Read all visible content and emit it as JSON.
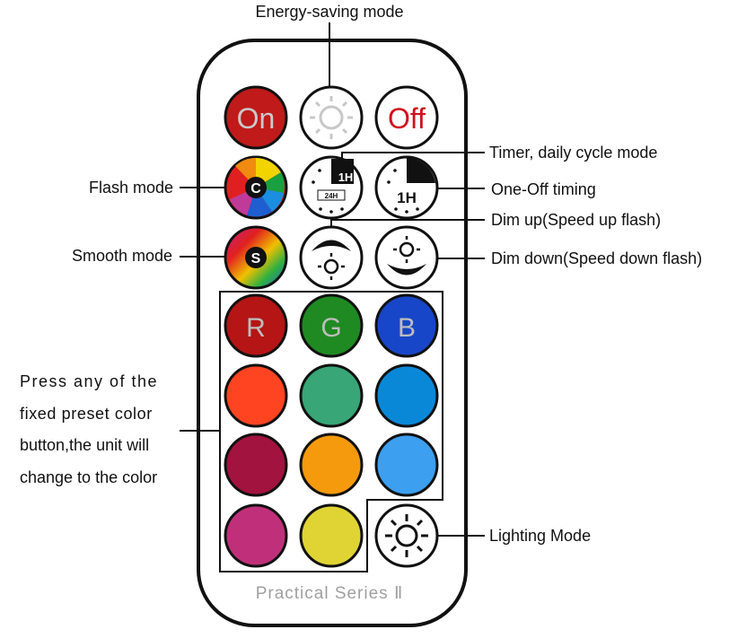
{
  "labels": {
    "energy_saving": "Energy-saving mode",
    "timer": "Timer, daily cycle mode",
    "flash": "Flash mode",
    "one_off": "One-Off timing",
    "dim_up": "Dim up(Speed up flash)",
    "smooth": "Smooth mode",
    "dim_down": "Dim down(Speed down flash)",
    "preset": [
      "Press any of the",
      "fixed preset color",
      "button,the unit will",
      "change to the color"
    ],
    "lighting": "Lighting Mode"
  },
  "buttons": {
    "on": "On",
    "off": "Off",
    "flash_letter": "C",
    "smooth_letter": "S",
    "timer_1h": "1H",
    "timer_24h": "24H",
    "oneoff_1h": "1H",
    "r": "R",
    "g": "G",
    "b": "B"
  },
  "colors": {
    "on": "#c01a1a",
    "r": "#b51515",
    "g": "#1f8a22",
    "b": "#1846c8",
    "preset": [
      "#ff4422",
      "#38a676",
      "#0a88d8",
      "#a3133f",
      "#f59a0c",
      "#3c9ff0",
      "#c0307a",
      "#e0d435"
    ]
  },
  "brand": "Practical Series Ⅱ"
}
